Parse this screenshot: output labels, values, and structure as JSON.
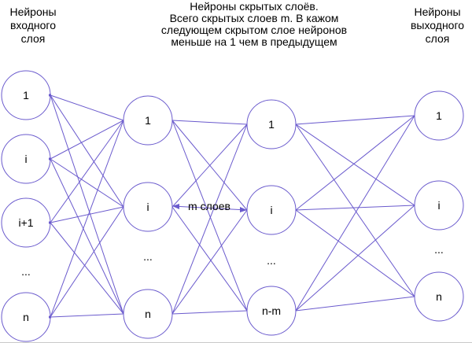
{
  "headers": {
    "input_layer": "Нейроны\nвходного\nслоя",
    "hidden_layers": "Нейроны скрытых слоёв.\nВсего скрытых слоев m. В кажом\nследующем скрытом слое нейронов\nменьше на 1 чем в предыдущем",
    "output_layer": "Нейроны\nвыходного\nслоя"
  },
  "annotation": {
    "m_layers": "m слоев"
  },
  "layers": {
    "input": {
      "nodes": [
        "1",
        "i",
        "i+1",
        "...",
        "n"
      ]
    },
    "hidden_first": {
      "nodes": [
        "1",
        "i",
        "...",
        "n"
      ]
    },
    "hidden_last": {
      "nodes": [
        "1",
        "i",
        "...",
        "n-m"
      ]
    },
    "output": {
      "nodes": [
        "1",
        "i",
        "...",
        "n"
      ]
    }
  },
  "colors": {
    "edge": "#6a5acd",
    "text": "#000000"
  }
}
